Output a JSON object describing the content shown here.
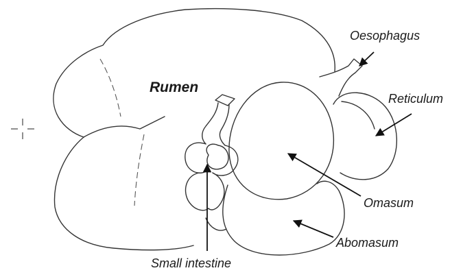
{
  "diagram": {
    "labels": {
      "rumen": "Rumen",
      "oesophagus": "Oesophagus",
      "reticulum": "Reticulum",
      "omasum": "Omasum",
      "abomasum": "Abomasum",
      "small_intestine": "Small intestine"
    },
    "colors": {
      "line": "#333333",
      "text": "#1a1a1a",
      "background": "#ffffff"
    },
    "marker_icon": "crosshair-icon"
  }
}
